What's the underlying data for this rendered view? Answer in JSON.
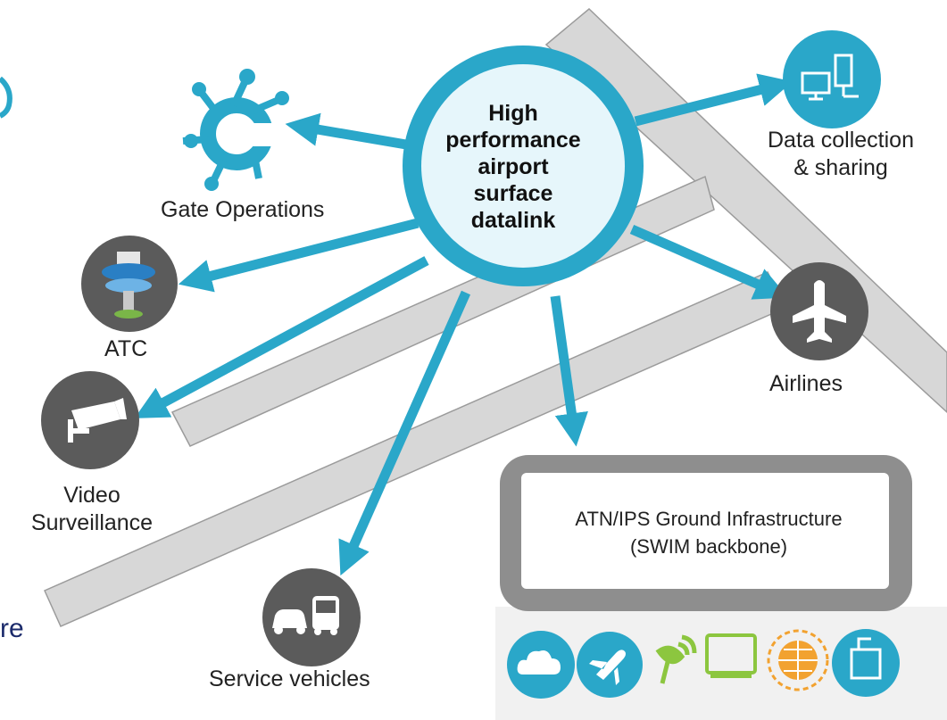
{
  "hub": {
    "lines": [
      "High",
      "performance",
      "airport",
      "surface",
      "datalink"
    ]
  },
  "nodes": {
    "gate_operations": "Gate Operations",
    "atc": "ATC",
    "video_surveillance": [
      "Video",
      "Surveillance"
    ],
    "service_vehicles": "Service vehicles",
    "data_collection": [
      "Data collection",
      "& sharing"
    ],
    "airlines": "Airlines"
  },
  "infrastructure": {
    "lines": [
      "ATN/IPS Ground Infrastructure",
      "(SWIM backbone)"
    ]
  },
  "edge_fragments": {
    "bottom_left": "re"
  },
  "icons": [
    "gate-operations-icon",
    "atc-tower-icon",
    "video-camera-icon",
    "service-vehicles-icon",
    "data-devices-icon",
    "airplane-icon",
    "cloud-icon",
    "airplane-icon",
    "satellite-dish-icon",
    "display-icon",
    "globe-icon",
    "document-icon"
  ],
  "colors": {
    "accent_teal": "#2aa7c9",
    "node_grey": "#5b5b5b",
    "runway_grey": "#d7d7d7",
    "frame_grey": "#8a8a8a",
    "hub_fill": "#e6f6fb"
  }
}
